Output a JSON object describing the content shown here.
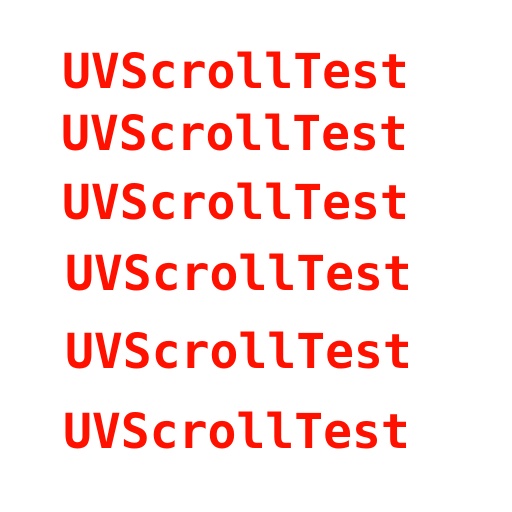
{
  "text_color": "#ff1100",
  "lines": [
    "UVScrollTest",
    "UVScrollTest",
    "UVScrollTest",
    "UVScrollTest",
    "UVScrollTest",
    "UVScrollTest"
  ]
}
